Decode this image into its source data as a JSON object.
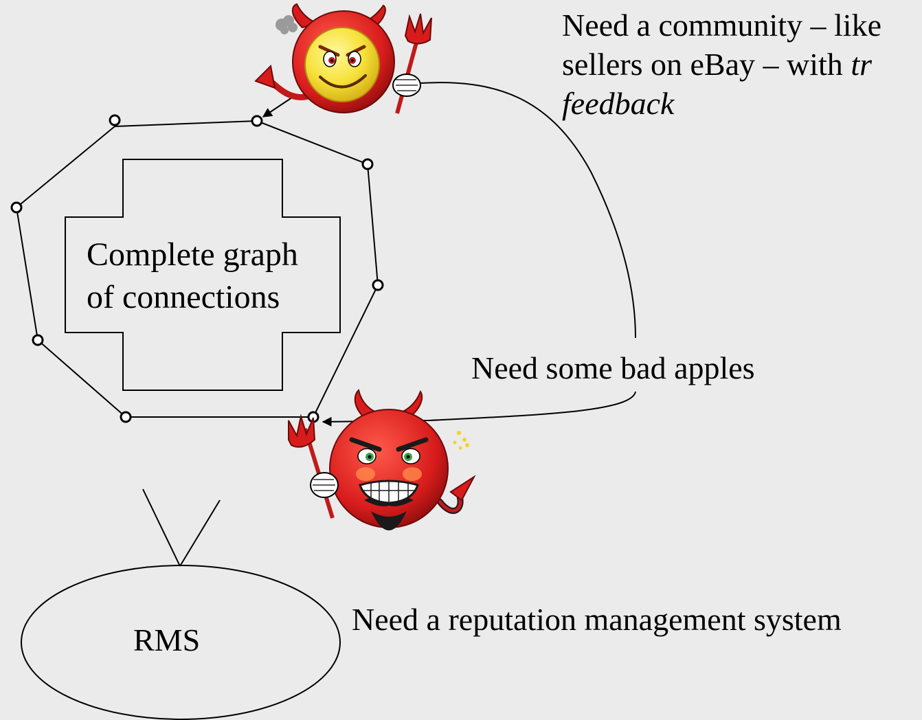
{
  "slide": {
    "background": "#ebebeb",
    "community_note": {
      "line1": "Need a community – like",
      "line2_prefix": "sellers on eBay – with ",
      "line2_italic": "tr",
      "line3_italic": "feedback"
    },
    "graph_label": {
      "line1": "Complete graph",
      "line2": "of connections"
    },
    "bad_apples_label": "Need some bad apples",
    "rms_label": "RMS",
    "reputation_label": "Need a reputation management system"
  },
  "icons": {
    "top_devil": "smiling-devil-with-trident-icon",
    "bottom_devil": "angry-devil-with-trident-icon"
  },
  "colors": {
    "devil_red": "#d81c1c",
    "devil_yellow_face": "#f6e23a",
    "line": "#000000"
  }
}
